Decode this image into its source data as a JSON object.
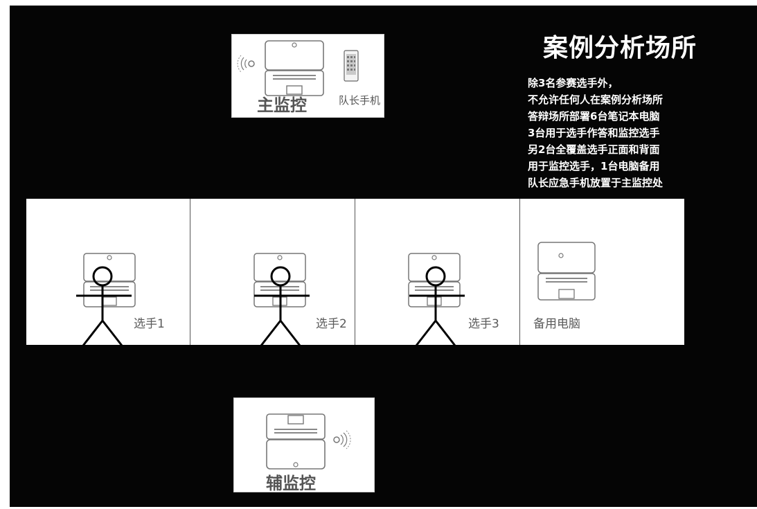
{
  "title": "案例分析场所",
  "description_lines": [
    "除3名参赛选手外，",
    "不允许任何人在案例分析场所",
    "答辩场所部署6台笔记本电脑",
    "3台用于选手作答和监控选手",
    "另2台全覆盖选手正面和背面",
    "用于监控选手，1台电脑备用",
    "队长应急手机放置于主监控处"
  ],
  "main_monitor": {
    "label": "主监控",
    "phone_label": "队长手机",
    "icons": [
      "laptop-icon",
      "webcam-signal-icon",
      "phone-icon"
    ]
  },
  "aux_monitor": {
    "label": "辅监控",
    "icons": [
      "laptop-icon",
      "webcam-signal-icon"
    ]
  },
  "seats": [
    {
      "label": "选手1",
      "icons": [
        "laptop-icon",
        "stick-figure-icon"
      ]
    },
    {
      "label": "选手2",
      "icons": [
        "laptop-icon",
        "stick-figure-icon"
      ]
    },
    {
      "label": "选手3",
      "icons": [
        "laptop-icon",
        "stick-figure-icon"
      ]
    },
    {
      "label": "备用电脑",
      "icons": [
        "laptop-icon"
      ]
    }
  ],
  "colors": {
    "background": "#050505",
    "panel": "#ffffff",
    "text_light": "#ffffff",
    "icon_gray": "#666666",
    "figure": "#000000"
  }
}
